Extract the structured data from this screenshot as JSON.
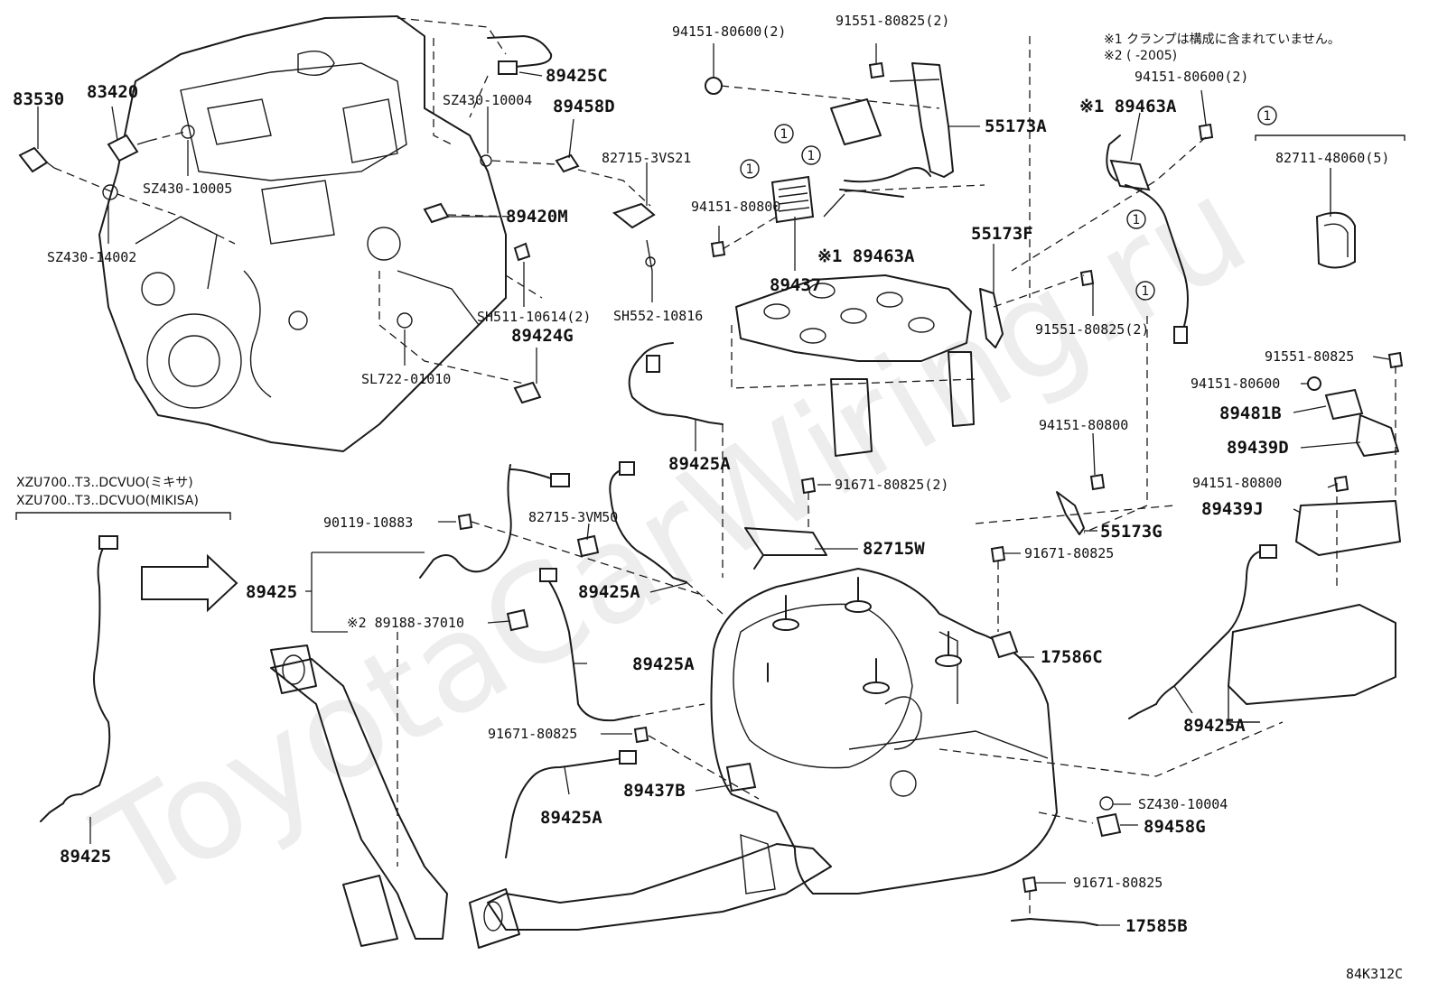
{
  "diagram_code": "84K312C",
  "watermark": "ToyotaCarWiring.ru",
  "notes": {
    "note1": "※1 クランプは構成に含まれていません。",
    "note2": "※2 (         -2005)"
  },
  "variant_header": {
    "line1": "XZU700..T3..DCVUO(ミキサ)",
    "line2": "XZU700..T3..DCVUO(MIKISA)"
  },
  "callout_marker": "1",
  "labels": {
    "p83530": "83530",
    "p83420": "83420",
    "p89425C": "89425C",
    "sz430_10004_a": "SZ430-10004",
    "p89458D": "89458D",
    "sz430_10005": "SZ430-10005",
    "sz430_14002": "SZ430-14002",
    "p89420M": "89420M",
    "sh511_10614": "SH511-10614(2)",
    "p89424G": "89424G",
    "sl722_01010": "SL722-01010",
    "p82715_3VS21": "82715-3VS21",
    "sh552_10816": "SH552-10816",
    "p94151_80600_2a": "94151-80600(2)",
    "p91551_80825_2a": "91551-80825(2)",
    "p55173A": "55173A",
    "p94151_80800_a": "94151-80800",
    "p89437": "89437",
    "p89463A_a": "※1 89463A",
    "p89463A_b": "※1 89463A",
    "p55173F": "55173F",
    "p91551_80825_2b": "91551-80825(2)",
    "p94151_80600_2b": "94151-80600(2)",
    "p82711_48060": "82711-48060(5)",
    "p89425A_a": "89425A",
    "p91551_80825": "91551-80825",
    "p94151_80600": "94151-80600",
    "p89481B": "89481B",
    "p89439D": "89439D",
    "p94151_80800_b": "94151-80800",
    "p94151_80800_c": "94151-80800",
    "p89439J": "89439J",
    "p91671_80825_2": "91671-80825(2)",
    "p82715W": "82715W",
    "p55173G": "55173G",
    "p91671_80825_a": "91671-80825",
    "p90119_10883": "90119-10883",
    "p82715_3VM50": "82715-3VM50",
    "p89425_main": "89425",
    "p89425A_b": "89425A",
    "p89188_37010": "※2 89188-37010",
    "p89425A_c": "89425A",
    "p17586C": "17586C",
    "p89425A_d": "89425A",
    "p91671_80825_b": "91671-80825",
    "p89437B": "89437B",
    "p89425A_e": "89425A",
    "sz430_10004_b": "SZ430-10004",
    "p89458G": "89458G",
    "p91671_80825_c": "91671-80825",
    "p17585B": "17585B",
    "p89425_left": "89425"
  }
}
